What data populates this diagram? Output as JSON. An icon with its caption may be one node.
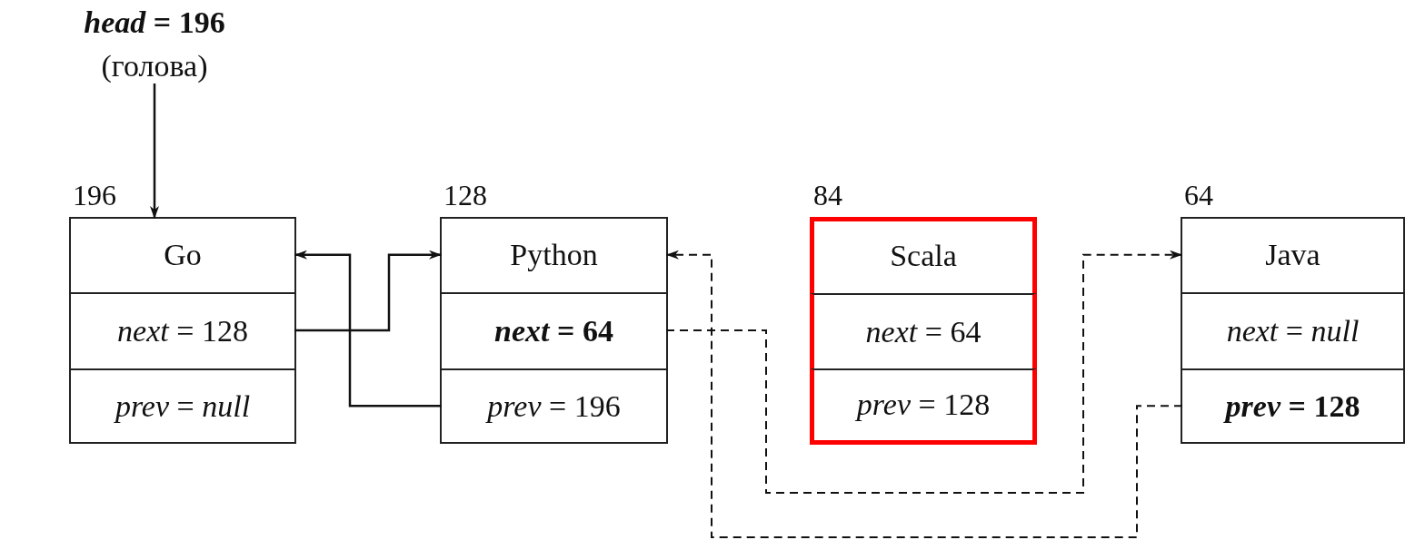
{
  "diagram": {
    "nodes": [
      {
        "text": [
          "*head* = 196",
          "(голова)"
        ]
      },
      {
        "text": [],
        "shape": "box",
        "beside": [
          "196"
        ]
      },
      {
        "text": [
          "Go"
        ],
        "in": 1
      },
      {
        "text": [
          "*next* = 128"
        ],
        "in": 1
      },
      {
        "text": [
          "*prev* = *null*"
        ],
        "in": 1
      },
      {
        "text": [],
        "shape": "box",
        "beside": [
          "128"
        ]
      },
      {
        "text": [
          "Python"
        ],
        "in": 5
      },
      {
        "text": [
          "*next* = 64"
        ],
        "in": 5
      },
      {
        "text": [
          "*prev* = 196"
        ],
        "in": 5
      },
      {
        "text": [],
        "shape": "box",
        "beside": [
          "84"
        ]
      },
      {
        "text": [
          "Scala"
        ],
        "in": 9
      },
      {
        "text": [
          "*next* = 64"
        ],
        "in": 9
      },
      {
        "text": [
          "*prev* = 128"
        ],
        "in": 9
      },
      {
        "text": [],
        "shape": "box",
        "beside": [
          "64"
        ]
      },
      {
        "text": [
          "Java"
        ],
        "in": 13
      },
      {
        "text": [
          "*next* = *null*"
        ],
        "in": 13
      },
      {
        "text": [
          "*prev* = 128"
        ],
        "in": 13
      }
    ],
    "edges": [
      {
        "from": 0,
        "to": 1,
        "arrow": "to"
      },
      {
        "from": 3,
        "to": 6,
        "arrow": "to"
      },
      {
        "from": 8,
        "to": 2,
        "arrow": "to"
      },
      {
        "from": 7,
        "to": 14,
        "arrow": "to",
        "style": "dashed"
      },
      {
        "from": 16,
        "to": 6,
        "arrow": "to",
        "style": "dashed"
      }
    ]
  }
}
